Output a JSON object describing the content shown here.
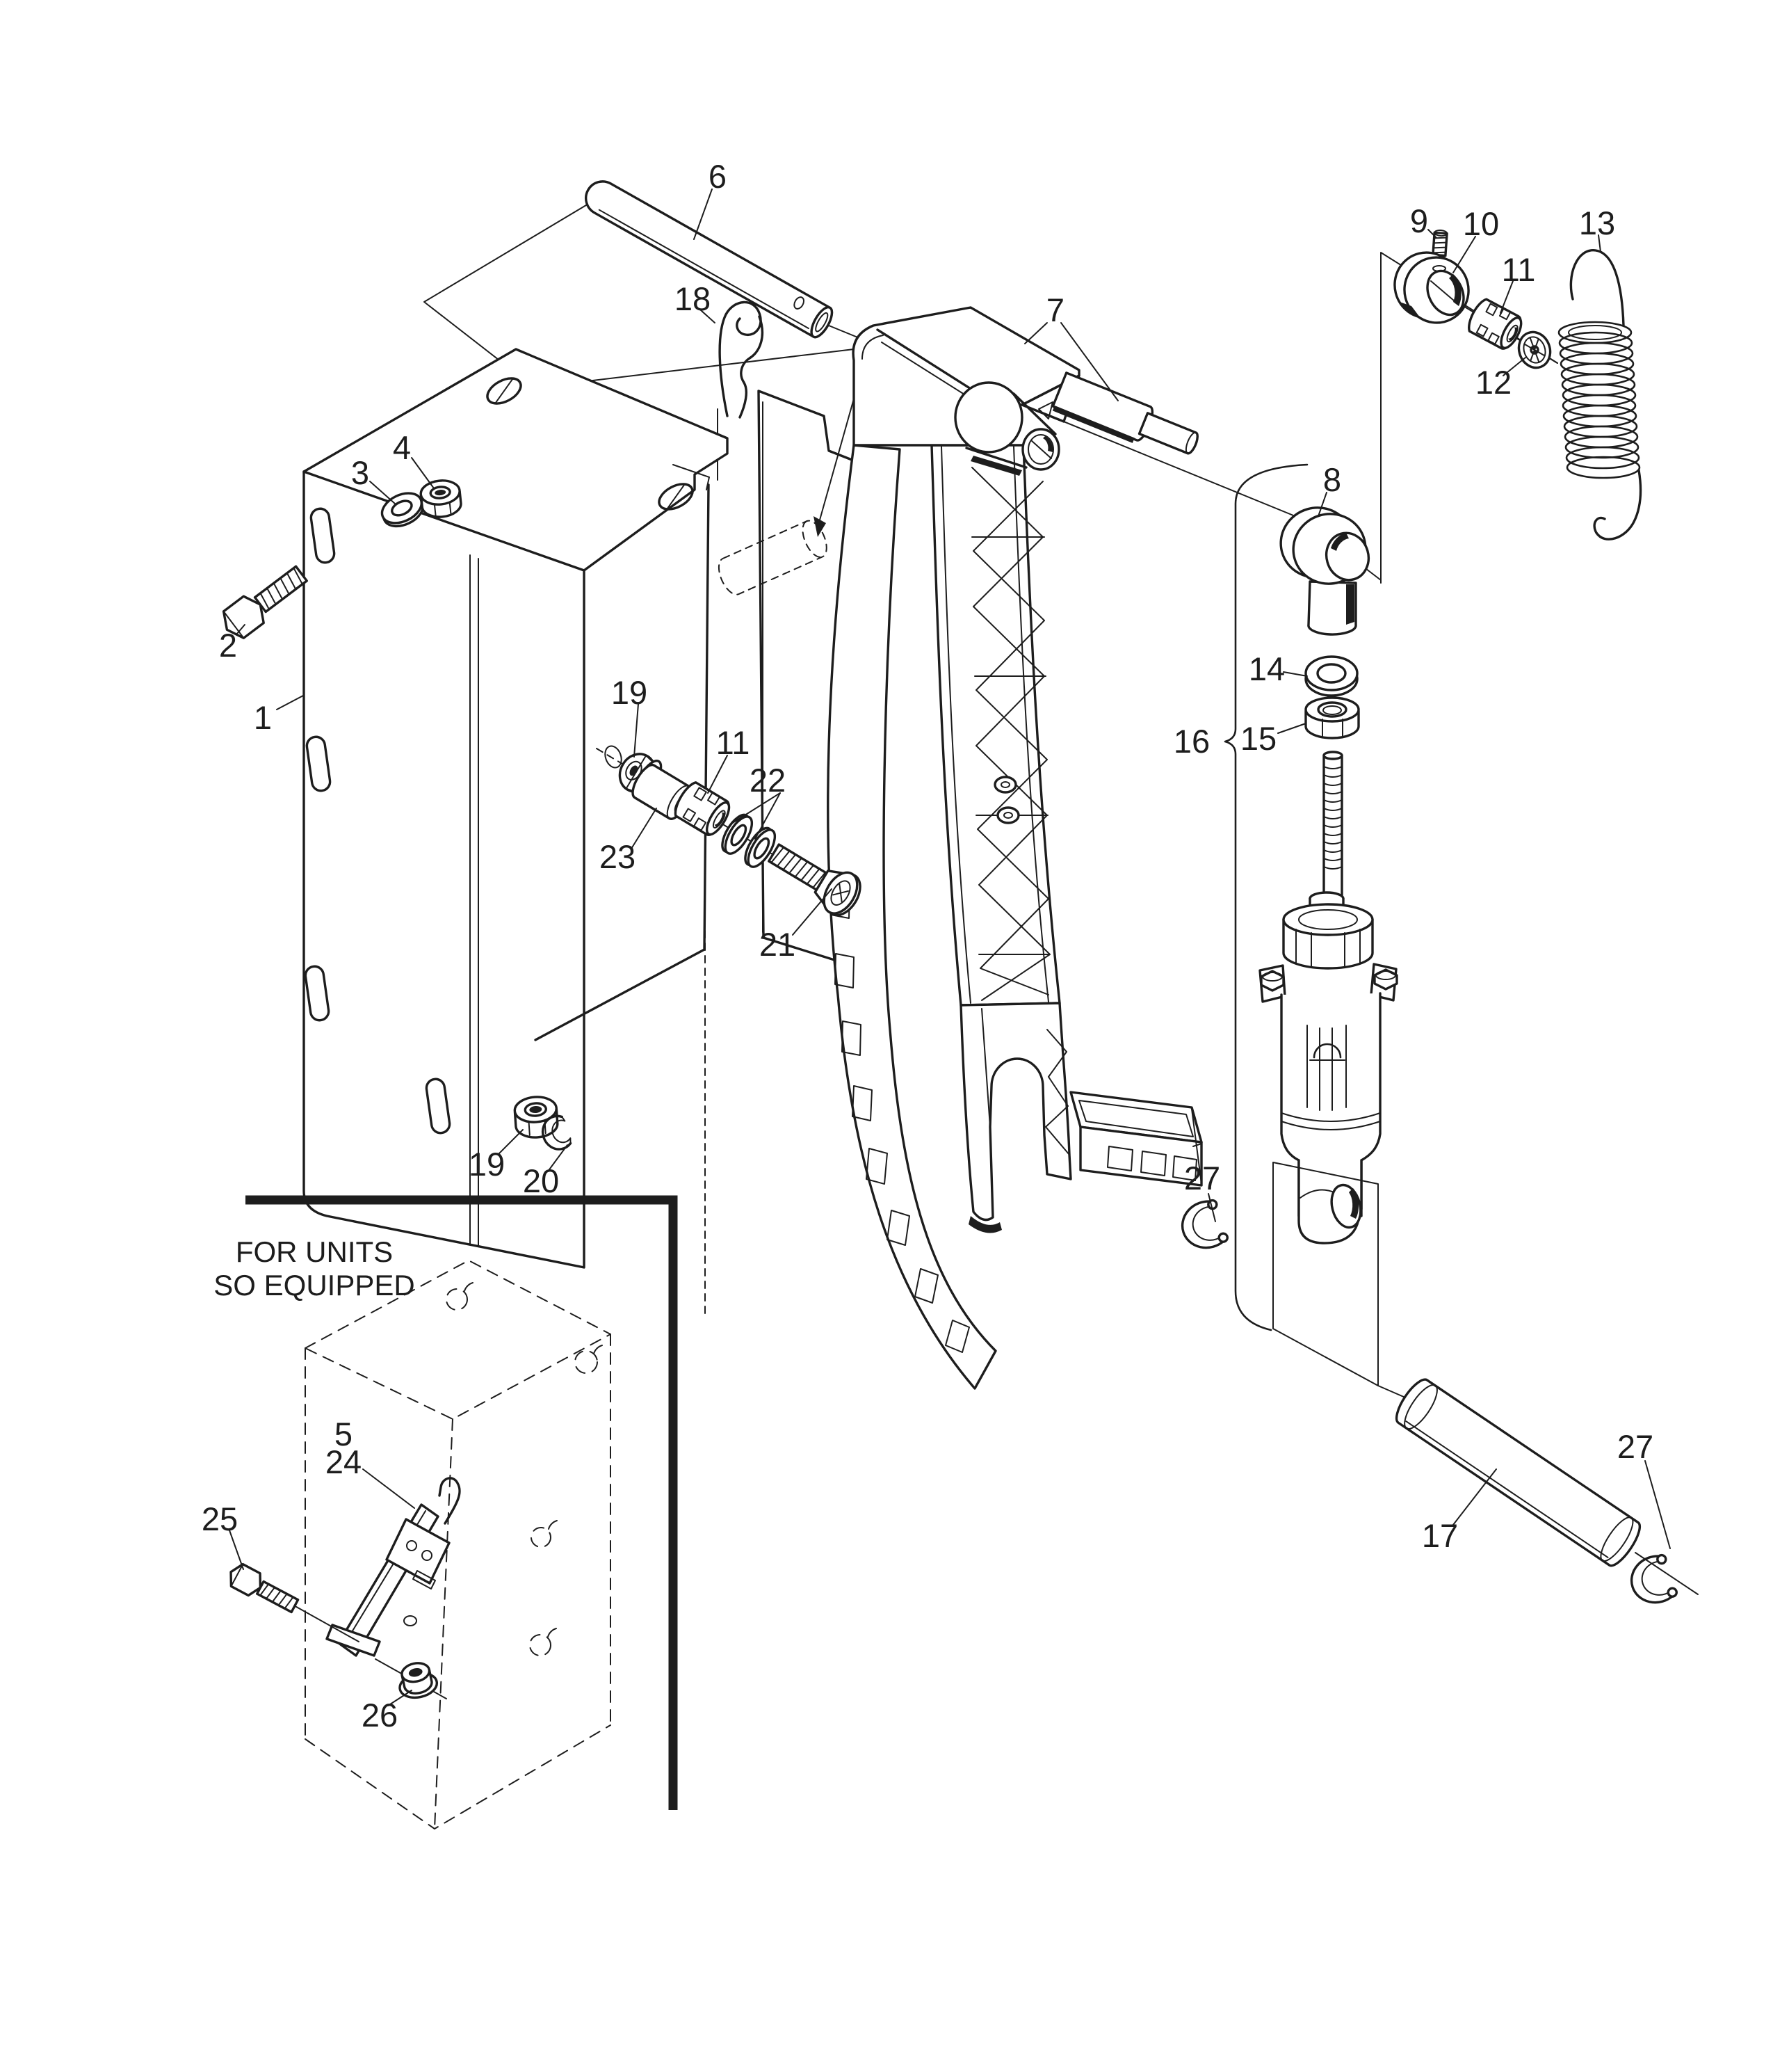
{
  "inset_note": {
    "line1": "FOR UNITS",
    "line2": "SO EQUIPPED"
  },
  "callouts": {
    "c1": "1",
    "c2": "2",
    "c3": "3",
    "c4": "4",
    "c5": "5",
    "c6": "6",
    "c7": "7",
    "c8": "8",
    "c9": "9",
    "c10": "10",
    "c11a": "11",
    "c11b": "11",
    "c12": "12",
    "c13": "13",
    "c14": "14",
    "c15": "15",
    "c16": "16",
    "c17": "17",
    "c18": "18",
    "c19a": "19",
    "c19b": "19",
    "c20": "20",
    "c21": "21",
    "c22": "22",
    "c23": "23",
    "c24": "24",
    "c25": "25",
    "c26": "26",
    "c27a": "27",
    "c27b": "27"
  },
  "colors": {
    "line": "#1d1d1d",
    "background": "#ffffff"
  }
}
